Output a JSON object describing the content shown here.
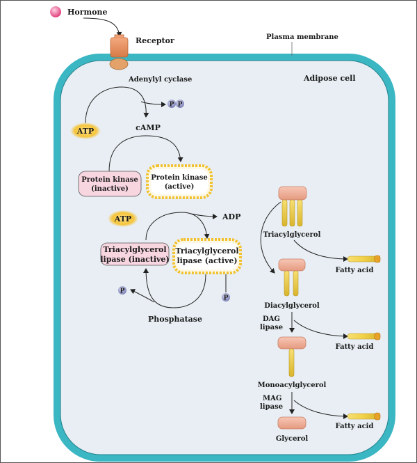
{
  "labels": {
    "hormone": "Hormone",
    "receptor": "Receptor",
    "plasma_membrane": "Plasma membrane",
    "adenylyl_cyclase": "Adenylyl cyclase",
    "adipose_cell": "Adipose cell",
    "atp_top": "ATP",
    "camp": "cAMP",
    "p": "P",
    "pk_inactive_1": "Protein kinase",
    "pk_inactive_2": "(inactive)",
    "pk_active_1": "Protein kinase",
    "pk_active_2": "(active)",
    "atp_mid": "ATP",
    "adp": "ADP",
    "tgl_inactive_1": "Triacylglycerol",
    "tgl_inactive_2": "lipase (inactive)",
    "tgl_active_1": "Triacylglycerol",
    "tgl_active_2": "lipase (active)",
    "phosphatase": "Phosphatase",
    "triacylglycerol": "Triacylglycerol",
    "fatty_acid": "Fatty acid",
    "diacylglycerol": "Diacylglycerol",
    "dag_lipase_1": "DAG",
    "dag_lipase_2": "lipase",
    "monoacylglycerol": "Monoacylglycerol",
    "mag_lipase_1": "MAG",
    "mag_lipase_2": "lipase",
    "glycerol": "Glycerol"
  },
  "colors": {
    "membrane": "#3bb6c3",
    "cytoplasm": "#e8eef3",
    "receptor": "#e8925f",
    "hormone": "#e84f8a",
    "atp_glow": "#f5c43a",
    "phosphate": "#8f93c4",
    "lipase_inactive": "#f8d6e0",
    "active_border": "#f2c12e",
    "glycerol_head": "#f1b39c",
    "fatty_tail": "#f2d24a"
  }
}
